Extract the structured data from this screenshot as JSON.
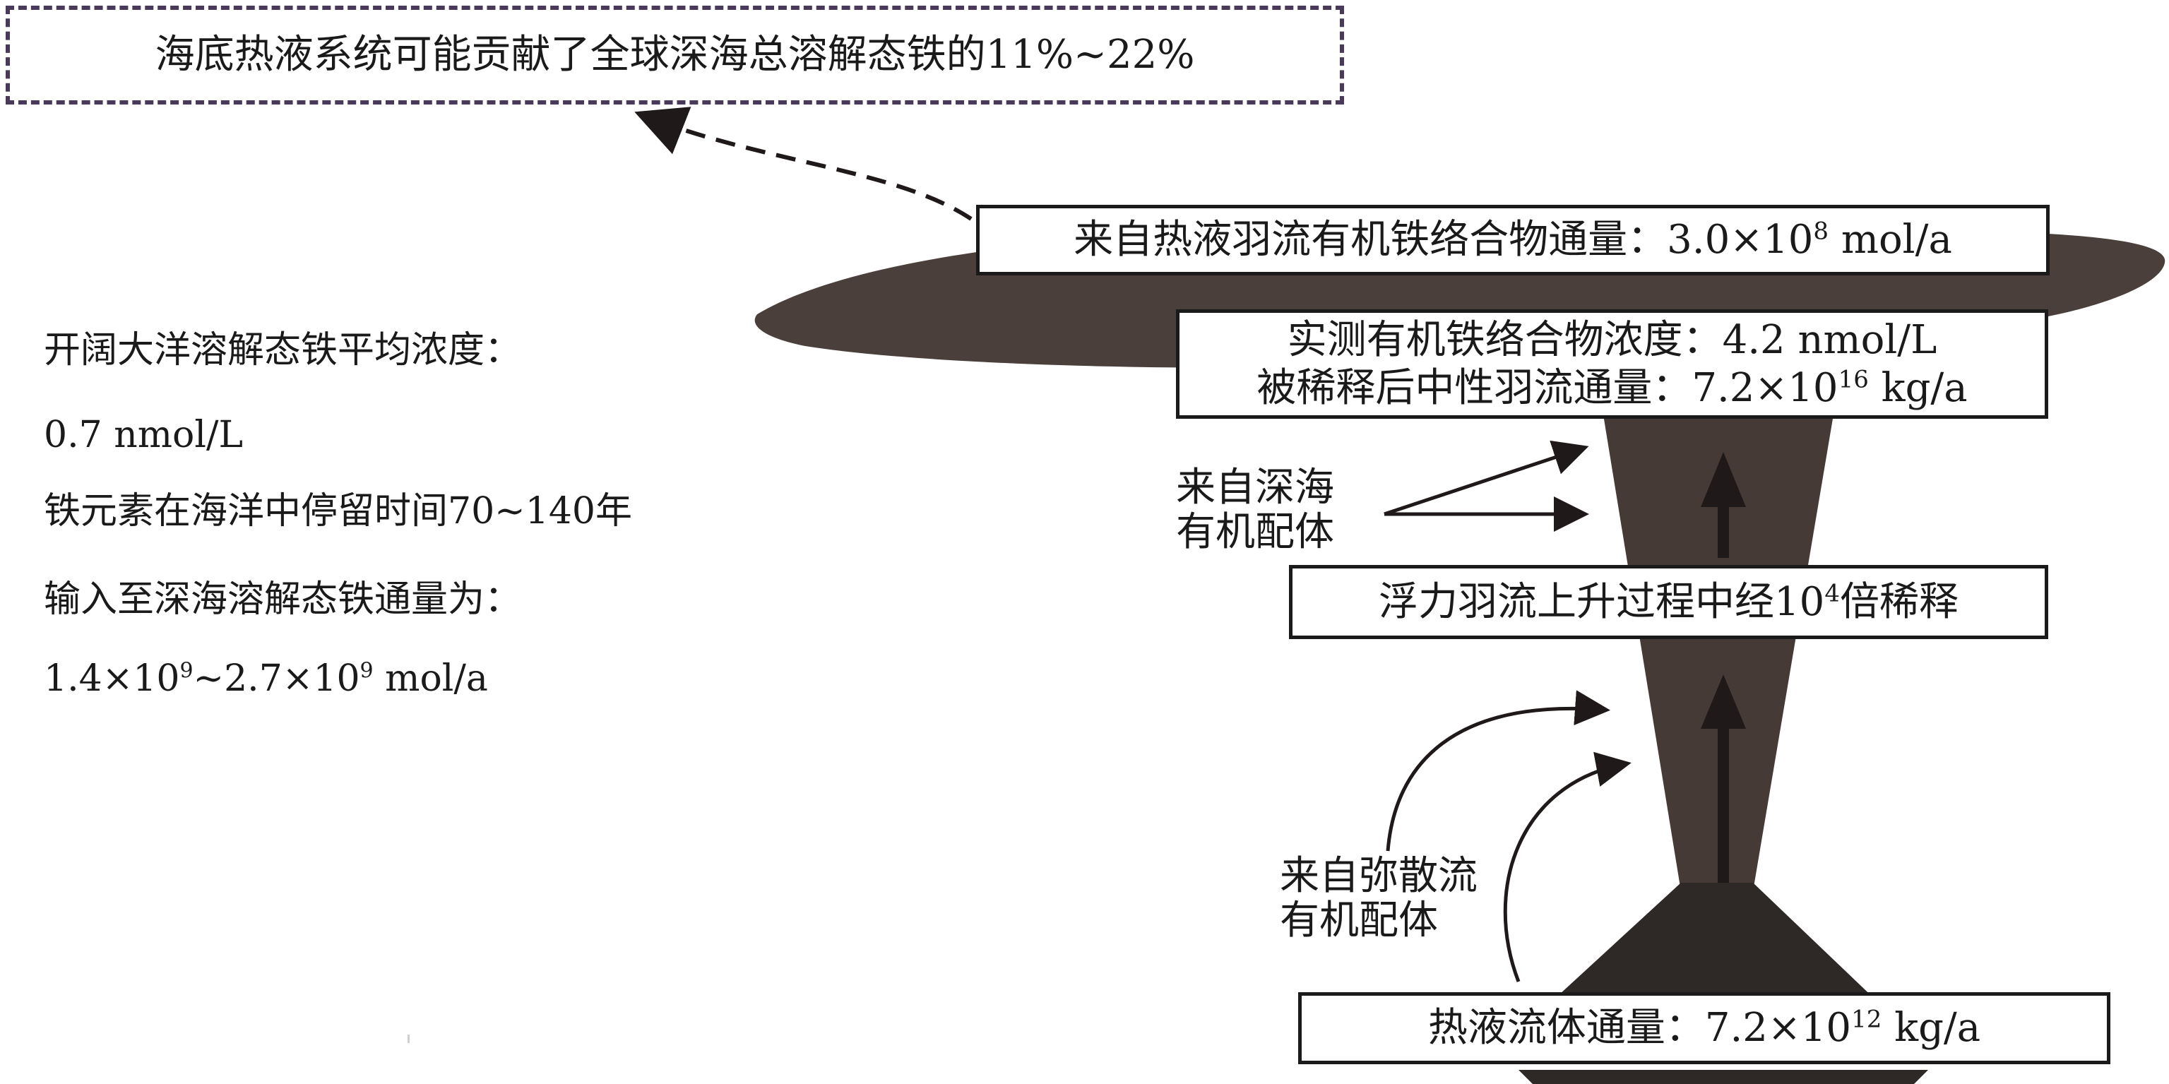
{
  "top_box": {
    "text": "海底热液系统可能贡献了全球深海总溶解态铁的11%~22%"
  },
  "organic_flux_box": {
    "prefix": "来自热液羽流有机铁络合物通量：3.0×10",
    "exponent": "8",
    "suffix": " mol/a"
  },
  "measured_box": {
    "line1": "实测有机铁络合物浓度：4.2 nmol/L",
    "line2_prefix": "被稀释后中性羽流通量：7.2×10",
    "line2_exponent": "16",
    "line2_suffix": " kg/a"
  },
  "buoyant_box": {
    "prefix": "浮力羽流上升过程中经10",
    "exponent": "4",
    "suffix": "倍稀释"
  },
  "fluid_box": {
    "prefix": "热液流体通量：7.2×10",
    "exponent": "12",
    "suffix": " kg/a"
  },
  "deep_sea_ligand": {
    "line1": "来自深海",
    "line2": "有机配体"
  },
  "diffuse_ligand": {
    "line1": "来自弥散流",
    "line2": "有机配体"
  },
  "left_info": {
    "line1": "开阔大洋溶解态铁平均浓度：",
    "line2": "0.7 nmol/L",
    "line3": "铁元素在海洋中停留时间70~140年",
    "line4": "输入至深海溶解态铁通量为：",
    "line5_a": "1.4×10",
    "line5_a_exp": "9",
    "line5_b": "~2.7×10",
    "line5_b_exp": "9",
    "line5_c": " mol/a"
  },
  "colors": {
    "plume_dark": "#4a3f3b",
    "plume_shaft": "#453a36",
    "vent_base": "#2e2826",
    "arrow": "#1f1a19",
    "dashed_border": "#4a3a5a",
    "text": "#1a1a1a"
  }
}
